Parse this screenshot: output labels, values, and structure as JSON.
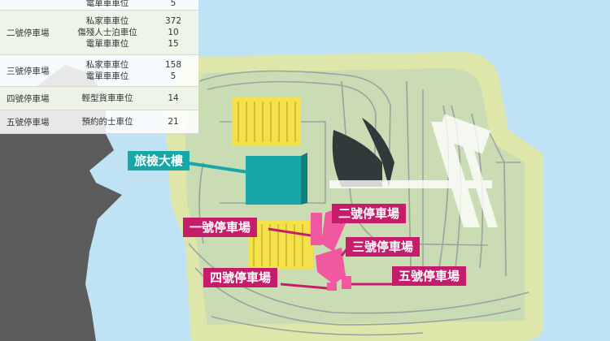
{
  "table": {
    "rows": [
      {
        "lot": "",
        "types": [
          "電單車車位"
        ],
        "counts": [
          "5"
        ]
      },
      {
        "lot": "二號停車場",
        "types": [
          "私家車車位",
          "傷殘人士泊車位",
          "電單車車位"
        ],
        "counts": [
          "372",
          "10",
          "15"
        ]
      },
      {
        "lot": "三號停車場",
        "types": [
          "私家車車位",
          "電單車車位"
        ],
        "counts": [
          "158",
          "5"
        ]
      },
      {
        "lot": "四號停車場",
        "types": [
          "輕型貨車車位"
        ],
        "counts": [
          "14"
        ]
      },
      {
        "lot": "五號停車場",
        "types": [
          "預約的士車位"
        ],
        "counts": [
          "21"
        ]
      }
    ]
  },
  "map": {
    "labels": {
      "terminal": "旅檢大樓",
      "car_park_1": "一號停車場",
      "car_park_2": "二號停車場",
      "car_park_3": "三號停車場",
      "car_park_4": "四號停車場",
      "car_park_5": "五號停車場"
    },
    "colors": {
      "sea": "#bfe3f4",
      "island_edge": "#dfe6a9",
      "island_fill": "#c9dcb3",
      "terminal": "#16a7a6",
      "car_park_marker": "#f0589f",
      "label_pink": "#c51d6c",
      "parking_yellow": "#f5e14a",
      "mainland": "#5c5c5c"
    }
  }
}
